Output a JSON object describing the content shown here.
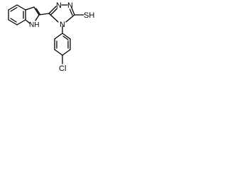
{
  "molecule": {
    "atoms": {
      "triazole_n1": "N",
      "triazole_n2": "N",
      "triazole_n4": "N",
      "thiol": "SH",
      "indole_nh": "NH",
      "chlorine": "Cl"
    }
  }
}
